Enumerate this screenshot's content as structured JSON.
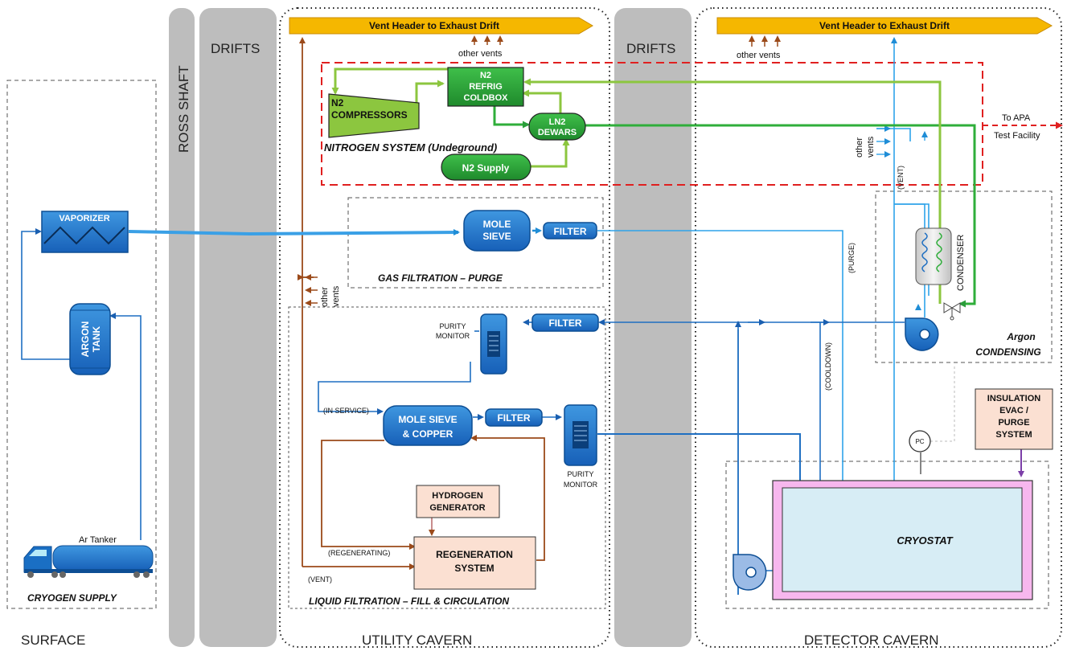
{
  "zones": {
    "surface": "SURFACE",
    "utility": "UTILITY CAVERN",
    "detector": "DETECTOR CAVERN"
  },
  "shaft": {
    "ross": "ROSS SHAFT",
    "drifts_left": "DRIFTS",
    "drifts_right": "DRIFTS"
  },
  "vent_header": {
    "left": "Vent Header to Exhaust Drift",
    "right": "Vent Header to Exhaust Drift"
  },
  "other_vents": {
    "top_left": "other vents",
    "top_right": "other vents",
    "side_utility_1": "other",
    "side_utility_2": "vents",
    "side_detector_1": "other",
    "side_detector_2": "vents"
  },
  "nitrogen": {
    "section": "NITROGEN SYSTEM (Undeground)",
    "compressors_1": "N2",
    "compressors_2": "COMPRESSORS",
    "refrig_1": "N2",
    "refrig_2": "REFRIG",
    "refrig_3": "COLDBOX",
    "dewars_1": "LN2",
    "dewars_2": "DEWARS",
    "supply": "N2 Supply",
    "to_apa_1": "To APA",
    "to_apa_2": "Test Facility"
  },
  "surface_block": {
    "vaporizer": "VAPORIZER",
    "argon_1": "ARGON",
    "argon_2": "TANK",
    "tanker": "Ar Tanker",
    "section": "CRYOGEN SUPPLY"
  },
  "gas_filtration": {
    "mole_1": "MOLE",
    "mole_2": "SIEVE",
    "filter": "FILTER",
    "section": "GAS FILTRATION – PURGE"
  },
  "liquid_filtration": {
    "purity_1": "PURITY",
    "purity_2": "MONITOR",
    "filter_top": "FILTER",
    "in_service": "(IN SERVICE)",
    "mole_cu_1": "MOLE SIEVE",
    "mole_cu_2": "& COPPER",
    "filter_mid": "FILTER",
    "purity_b_1": "PURITY",
    "purity_b_2": "MONITOR",
    "hydrogen_1": "HYDROGEN",
    "hydrogen_2": "GENERATOR",
    "regen_1": "REGENERATION",
    "regen_2": "SYSTEM",
    "regenerating": "(REGENERATING)",
    "vent": "(VENT)",
    "section": "LIQUID FILTRATION – FILL & CIRCULATION"
  },
  "detector": {
    "vent": "(VENT)",
    "purge": "(PURGE)",
    "cooldown": "(COOLDOWN)",
    "condenser": "CONDENSER",
    "argon_cond_1": "Argon",
    "argon_cond_2": "CONDENSING",
    "pc": "PC",
    "insulation_1": "INSULATION",
    "insulation_2": "EVAC /",
    "insulation_3": "PURGE",
    "insulation_4": "SYSTEM",
    "cryostat": "CRYOSTAT"
  },
  "colors": {
    "argon_pipe": "#1f8dd6",
    "argon_block": "#1a6fc4",
    "vent_pipe": "#9b4a1a",
    "n2_pipe_light": "#8cc63f",
    "n2_pipe_dark": "#2fae3a",
    "n2_block": "#2e9d3a",
    "header": "#f5b700",
    "purple": "#7c3fa8",
    "red_dash": "#e02020"
  }
}
